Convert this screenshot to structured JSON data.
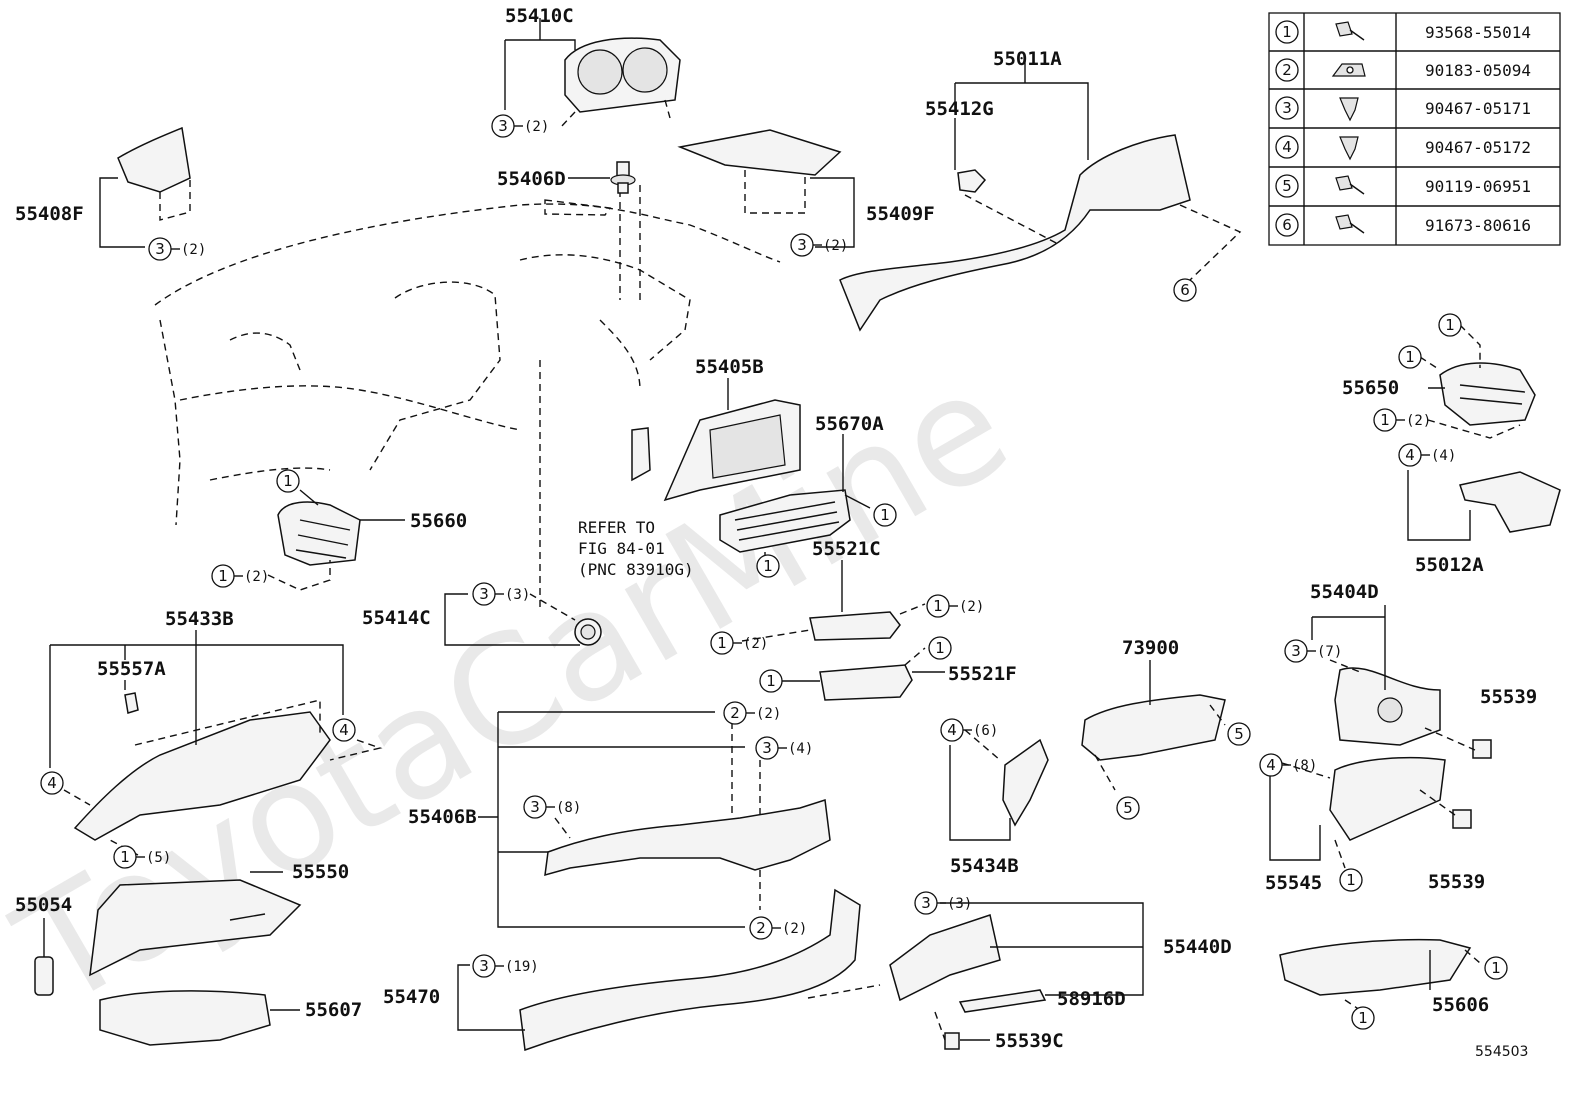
{
  "watermark": "ToyotaCarMine",
  "figure_number": "554503",
  "fastener_table": [
    {
      "ref": "1",
      "part": "93568-55014",
      "icon": "screw-icon"
    },
    {
      "ref": "2",
      "part": "90183-05094",
      "icon": "clip-nut-icon"
    },
    {
      "ref": "3",
      "part": "90467-05171",
      "icon": "push-clip-icon"
    },
    {
      "ref": "4",
      "part": "90467-05172",
      "icon": "push-clip-icon"
    },
    {
      "ref": "5",
      "part": "90119-06951",
      "icon": "bolt-icon"
    },
    {
      "ref": "6",
      "part": "91673-80616",
      "icon": "bolt-icon"
    }
  ],
  "part_labels": {
    "p55410C": "55410C",
    "p55011A": "55011A",
    "p55412G": "55412G",
    "p55406D": "55406D",
    "p55408F": "55408F",
    "p55409F": "55409F",
    "p55405B": "55405B",
    "p55670A": "55670A",
    "p55650": "55650",
    "p55660": "55660",
    "p55012A": "55012A",
    "p55521C": "55521C",
    "p55414C": "55414C",
    "p55433B": "55433B",
    "p55557A": "55557A",
    "p55404D": "55404D",
    "p73900": "73900",
    "p55521F": "55521F",
    "p55539a": "55539",
    "p55539b": "55539",
    "p55406B": "55406B",
    "p55434B": "55434B",
    "p55545": "55545",
    "p55550": "55550",
    "p55054": "55054",
    "p55440D": "55440D",
    "p55470": "55470",
    "p58916D": "58916D",
    "p55607": "55607",
    "p55606": "55606",
    "p55539C": "55539C"
  },
  "callouts": [
    {
      "id": "c1",
      "ref": "3",
      "qty": "(2)"
    },
    {
      "id": "c2",
      "ref": "3",
      "qty": "(2)"
    },
    {
      "id": "c3",
      "ref": "3",
      "qty": "(2)"
    },
    {
      "id": "c4",
      "ref": "6",
      "qty": ""
    },
    {
      "id": "c5",
      "ref": "1",
      "qty": ""
    },
    {
      "id": "c6",
      "ref": "1",
      "qty": ""
    },
    {
      "id": "c7",
      "ref": "1",
      "qty": "(2)"
    },
    {
      "id": "c8",
      "ref": "4",
      "qty": "(4)"
    },
    {
      "id": "c9",
      "ref": "1",
      "qty": ""
    },
    {
      "id": "c10",
      "ref": "1",
      "qty": "(2)"
    },
    {
      "id": "c11",
      "ref": "1",
      "qty": ""
    },
    {
      "id": "c12",
      "ref": "1",
      "qty": ""
    },
    {
      "id": "c13",
      "ref": "3",
      "qty": "(3)"
    },
    {
      "id": "c14",
      "ref": "1",
      "qty": "(2)"
    },
    {
      "id": "c15",
      "ref": "1",
      "qty": "(2)"
    },
    {
      "id": "c16",
      "ref": "1",
      "qty": ""
    },
    {
      "id": "c17",
      "ref": "1",
      "qty": ""
    },
    {
      "id": "c18",
      "ref": "3",
      "qty": "(7)"
    },
    {
      "id": "c19",
      "ref": "4",
      "qty": ""
    },
    {
      "id": "c20",
      "ref": "4",
      "qty": ""
    },
    {
      "id": "c21",
      "ref": "1",
      "qty": "(5)"
    },
    {
      "id": "c22",
      "ref": "2",
      "qty": "(2)"
    },
    {
      "id": "c23",
      "ref": "3",
      "qty": "(4)"
    },
    {
      "id": "c24",
      "ref": "3",
      "qty": "(8)"
    },
    {
      "id": "c25",
      "ref": "2",
      "qty": "(2)"
    },
    {
      "id": "c26",
      "ref": "4",
      "qty": "(6)"
    },
    {
      "id": "c27",
      "ref": "5",
      "qty": ""
    },
    {
      "id": "c28",
      "ref": "5",
      "qty": ""
    },
    {
      "id": "c29",
      "ref": "4",
      "qty": "(8)"
    },
    {
      "id": "c30",
      "ref": "1",
      "qty": ""
    },
    {
      "id": "c31",
      "ref": "3",
      "qty": "(3)"
    },
    {
      "id": "c32",
      "ref": "3",
      "qty": "(19)"
    },
    {
      "id": "c33",
      "ref": "1",
      "qty": ""
    },
    {
      "id": "c34",
      "ref": "1",
      "qty": ""
    }
  ],
  "refer_note": [
    "REFER TO",
    "FIG 84-01",
    "(PNC 83910G)"
  ]
}
